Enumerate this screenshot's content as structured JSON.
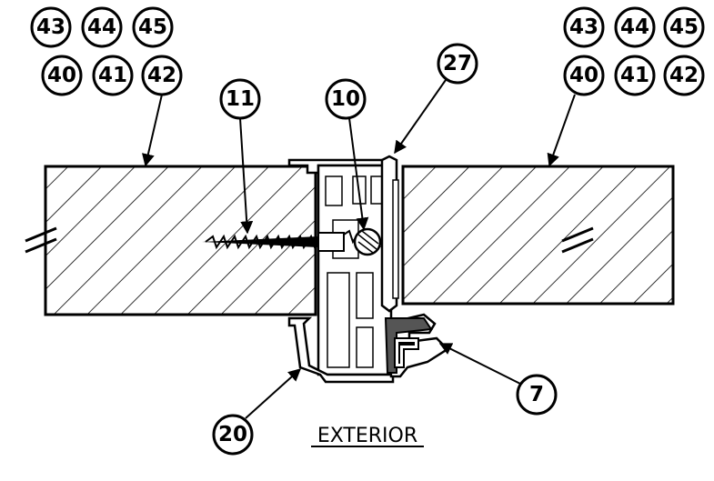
{
  "callouts": {
    "left_group": [
      "43",
      "44",
      "45",
      "40",
      "41",
      "42"
    ],
    "right_group": [
      "43",
      "44",
      "45",
      "40",
      "41",
      "42"
    ],
    "screw": "11",
    "insert": "10",
    "cover_strip": "27",
    "gasket": "7",
    "mullion": "20"
  },
  "labels": {
    "exterior": "EXTERIOR"
  }
}
